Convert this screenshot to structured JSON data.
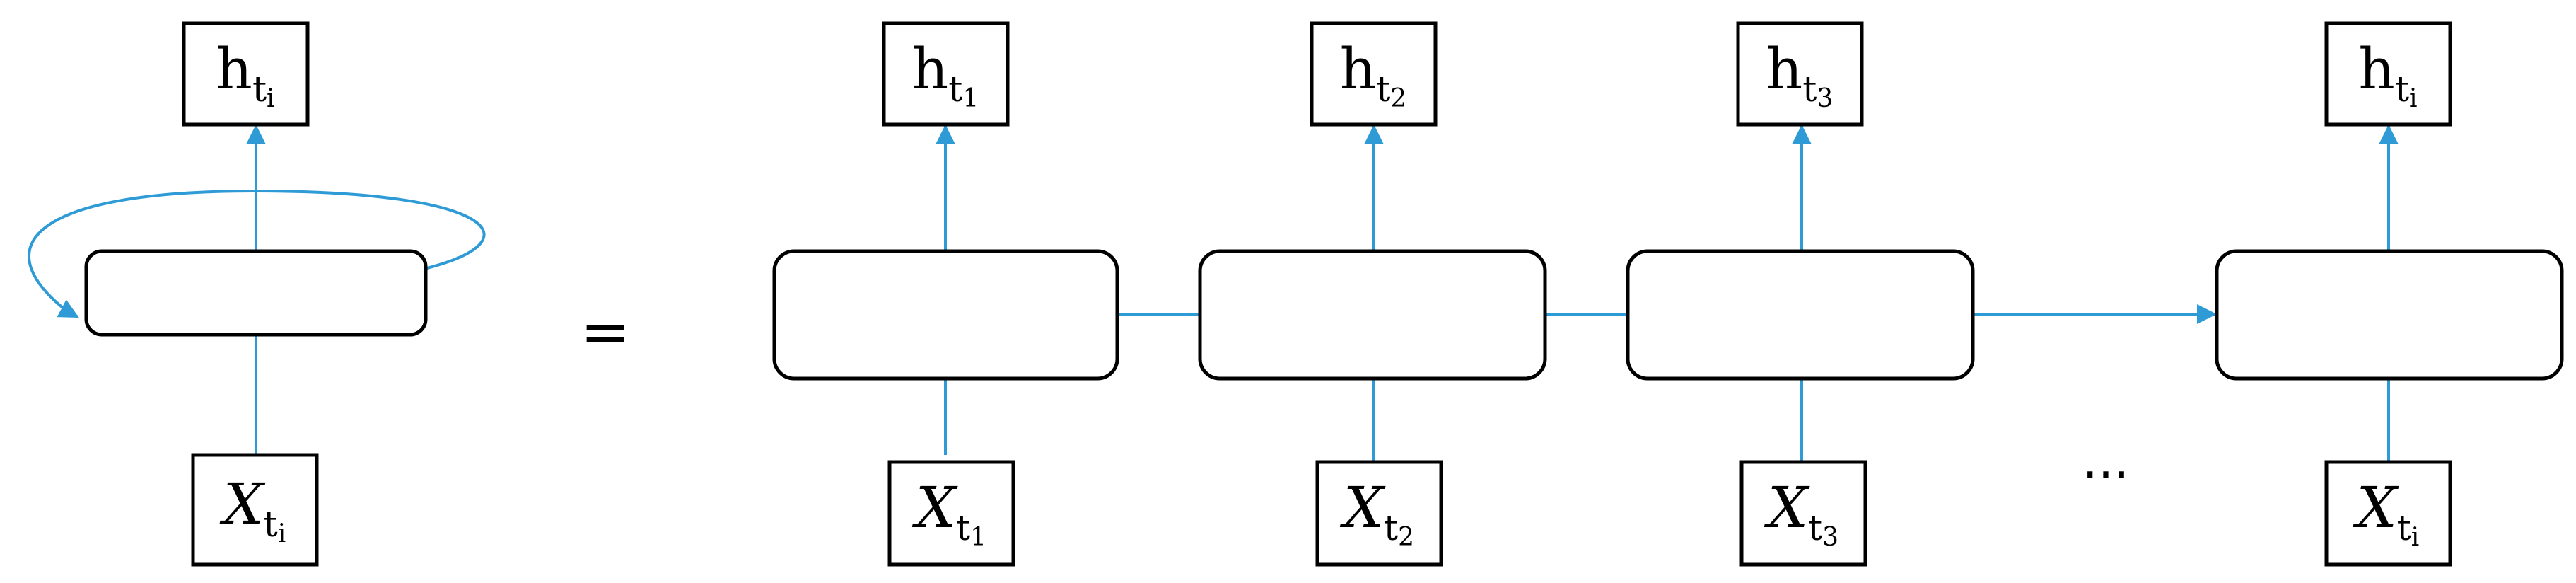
{
  "colors": {
    "arrow": "#2E9BD6",
    "box_stroke": "#000000"
  },
  "equals_sign": "=",
  "ellipsis": "...",
  "left": {
    "output": {
      "main": "h",
      "sub": "t",
      "subsub": "i"
    },
    "input": {
      "main": "X",
      "sub": "t",
      "subsub": "i"
    }
  },
  "steps": [
    {
      "output": {
        "main": "h",
        "sub": "t",
        "subsub": "1"
      },
      "input": {
        "main": "X",
        "sub": "t",
        "subsub": "1"
      }
    },
    {
      "output": {
        "main": "h",
        "sub": "t",
        "subsub": "2"
      },
      "input": {
        "main": "X",
        "sub": "t",
        "subsub": "2"
      }
    },
    {
      "output": {
        "main": "h",
        "sub": "t",
        "subsub": "3"
      },
      "input": {
        "main": "X",
        "sub": "t",
        "subsub": "3"
      }
    },
    {
      "output": {
        "main": "h",
        "sub": "t",
        "subsub": "i"
      },
      "input": {
        "main": "X",
        "sub": "t",
        "subsub": "i"
      }
    }
  ]
}
